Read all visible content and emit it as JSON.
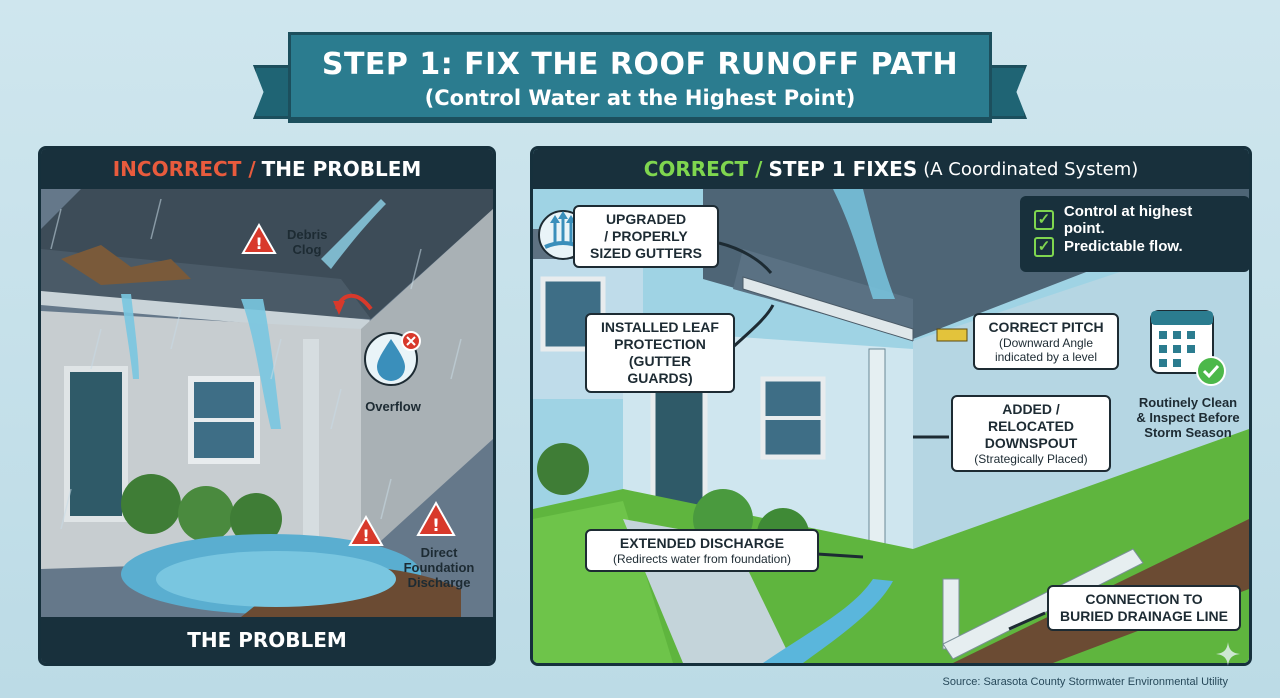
{
  "title": {
    "main": "STEP 1: FIX THE ROOF RUNOFF PATH",
    "sub": "(Control Water at the Highest Point)"
  },
  "left_panel": {
    "head_bad": "INCORRECT /",
    "head_rest": "THE PROBLEM",
    "foot": "THE PROBLEM",
    "labels": {
      "debris": "Debris\nClog",
      "overflow": "Overflow",
      "direct": "Direct\nFoundation\nDischarge"
    }
  },
  "right_panel": {
    "head_good": "CORRECT /",
    "head_rest": "STEP 1 FIXES",
    "head_note": "(A Coordinated System)",
    "gutters": "UPGRADED\n/ PROPERLY\nSIZED GUTTERS",
    "leaf_title": "INSTALLED LEAF\nPROTECTION",
    "leaf_note": "(GUTTER GUARDS)",
    "pitch_title": "CORRECT PITCH",
    "pitch_note": "(Downward Angle\nindicated by a level",
    "downspout_title": "ADDED / RELOCATED\nDOWNSPOUT",
    "downspout_note": "(Strategically Placed)",
    "discharge_title": "EXTENDED DISCHARGE",
    "discharge_note": "(Redirects water from foundation)",
    "drain_title": "CONNECTION TO\nBURIED DRAINAGE LINE",
    "inspect": "Routinely Clean\n& Inspect Before\nStorm Season",
    "checks": [
      "Control at highest point.",
      "Predictable flow."
    ]
  },
  "source": "Source: Sarasota County Stormwater Environmental Utility",
  "colors": {
    "banner": "#2b7c8f",
    "incorrect": "#e85b3d",
    "correct": "#7fd64f",
    "dark_navy": "#18303c"
  },
  "icons": [
    "warning-icon",
    "overflow-icon",
    "gutter-upgrade-icon",
    "calendar-check-icon",
    "checkbox-icon",
    "sparkle-icon"
  ]
}
